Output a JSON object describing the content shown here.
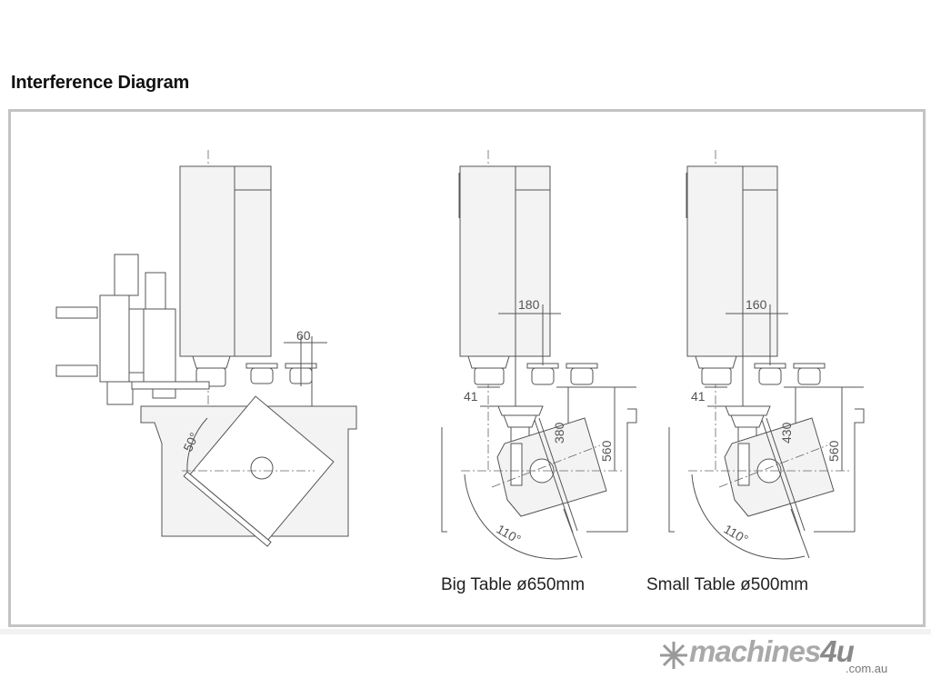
{
  "title": "Interference Diagram",
  "diagrams": {
    "left": {
      "dim_top": "60",
      "angle": "50°"
    },
    "big": {
      "dim_top": "180",
      "dim_offset": "41",
      "dim_tool": "380",
      "dim_height": "560",
      "angle": "110°",
      "caption": "Big Table ø650mm"
    },
    "small": {
      "dim_top": "160",
      "dim_offset": "41",
      "dim_tool": "430",
      "dim_height": "560",
      "angle": "110°",
      "caption": "Small Table ø500mm"
    }
  },
  "logo": {
    "name": "machines",
    "four": "4u",
    "domain": ".com.au",
    "icon": "snowflake-arrows-icon"
  },
  "colors": {
    "frame": "#c4c4c4",
    "line": "#555555",
    "logo": "#a9a9a9"
  }
}
